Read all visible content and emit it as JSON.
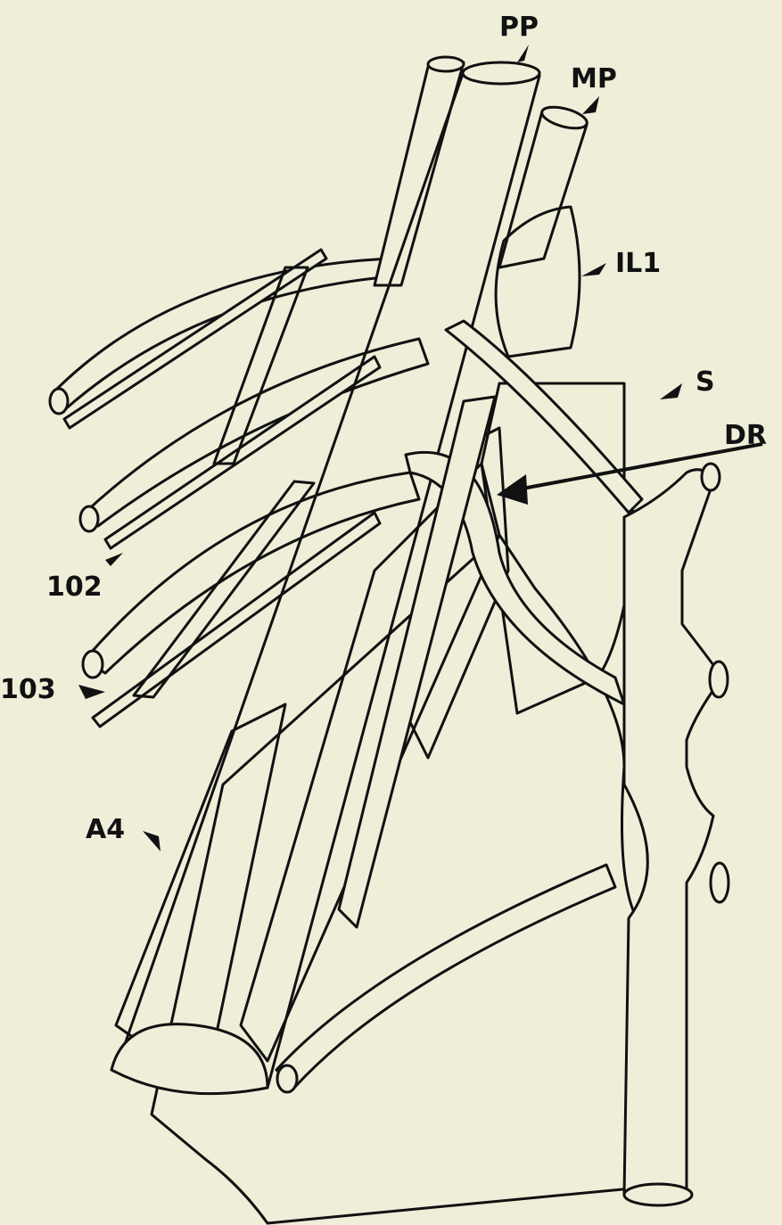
{
  "figure": {
    "colors": {
      "background": "#efeed9",
      "ink": "#111111"
    },
    "labels": [
      {
        "id": "PP",
        "text": "PP"
      },
      {
        "id": "MP",
        "text": "MP"
      },
      {
        "id": "IL1",
        "text": "IL1"
      },
      {
        "id": "S",
        "text": "S"
      },
      {
        "id": "DR",
        "text": "DR"
      },
      {
        "id": "102",
        "text": "102"
      },
      {
        "id": "103",
        "text": "103"
      },
      {
        "id": "A4",
        "text": "A4"
      }
    ]
  }
}
